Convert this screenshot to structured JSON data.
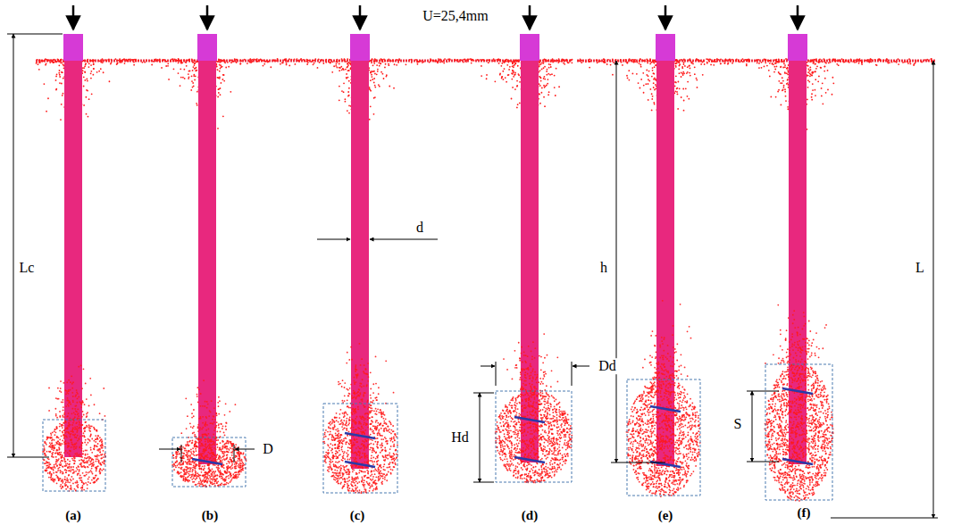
{
  "diagram": {
    "labels": [
      "U=25,4mm",
      "Lc",
      "d",
      "D",
      "Dd",
      "Hd",
      "h",
      "S",
      "L",
      "(a)",
      "(b)",
      "(c)",
      "(d)",
      "(e)",
      "(f)"
    ]
  }
}
